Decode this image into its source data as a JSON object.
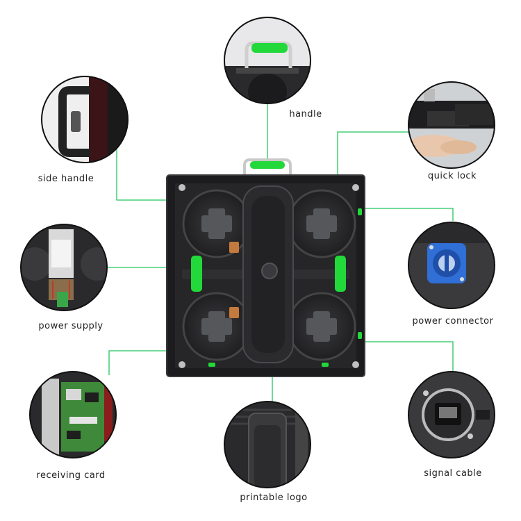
{
  "colors": {
    "connector": "#22c55e",
    "handle_green": "#22d83a",
    "cabinet_dark": "#1c1c1e",
    "cabinet_mid": "#2e2e31",
    "circle_border": "#111111"
  },
  "callouts": [
    {
      "id": "handle",
      "label": "handle",
      "icon": "handle-detail"
    },
    {
      "id": "side-handle",
      "label": "side handle",
      "icon": "side-handle-detail"
    },
    {
      "id": "quick-lock",
      "label": "quick lock",
      "icon": "quick-lock-detail"
    },
    {
      "id": "power-supply",
      "label": "power supply",
      "icon": "power-supply-detail"
    },
    {
      "id": "power-connector",
      "label": "power connector",
      "icon": "power-connector-detail"
    },
    {
      "id": "receiving-card",
      "label": "receiving card",
      "icon": "receiving-card-detail"
    },
    {
      "id": "printable-logo",
      "label": "printable logo",
      "icon": "printable-logo-detail"
    },
    {
      "id": "signal-cable",
      "label": "signal cable",
      "icon": "signal-cable-detail"
    }
  ]
}
